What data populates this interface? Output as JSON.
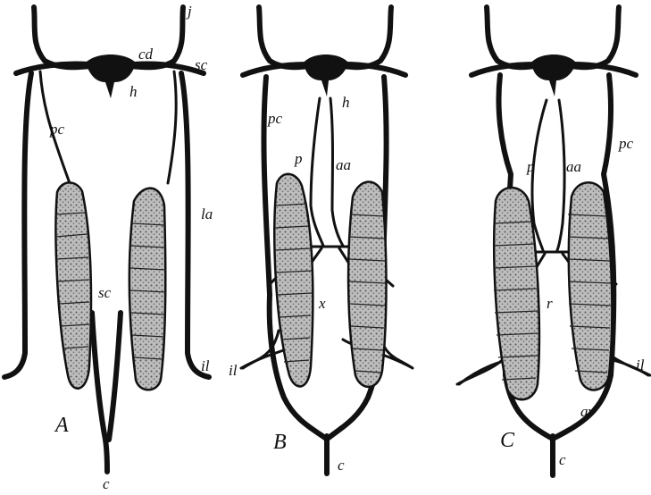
{
  "panels": [
    {
      "id": "A",
      "caption": "A",
      "labels": {
        "j": "j",
        "cd": "cd",
        "sc": "sc",
        "h": "h",
        "pc": "pc",
        "la": "la",
        "sc2": "sc",
        "il": "il",
        "c": "c"
      }
    },
    {
      "id": "B",
      "caption": "B",
      "labels": {
        "h": "h",
        "pc": "pc",
        "p": "p",
        "aa": "aa",
        "x": "x",
        "il": "il",
        "c": "c"
      }
    },
    {
      "id": "C",
      "caption": "C",
      "labels": {
        "pc": "pc",
        "p": "p",
        "aa": "aa",
        "r": "r",
        "av": "av",
        "il": "il",
        "c": "c"
      }
    }
  ],
  "colors": {
    "ink": "#111111",
    "background": "#ffffff"
  }
}
